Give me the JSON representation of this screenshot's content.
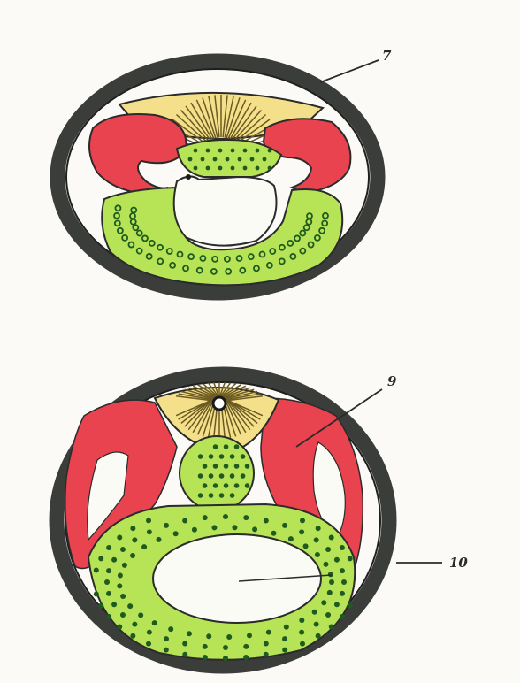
{
  "figure": {
    "top_diagram": {
      "callout_label": "7"
    },
    "bottom_diagram": {
      "callout_label_upper": "9",
      "callout_label_lower": "10"
    }
  },
  "colors": {
    "outer_ring": "#3b3d3b",
    "yellow_striated": "#f4e08a",
    "red_tissue": "#e8434f",
    "green_tissue": "#b7e356",
    "green_dots": "#1f5a1f",
    "cavity": "#fbfbf6",
    "outline": "#2b2b2b"
  }
}
